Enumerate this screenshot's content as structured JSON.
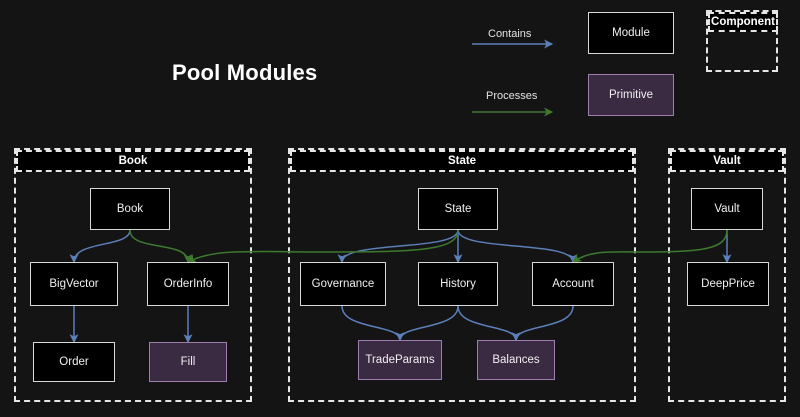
{
  "title": "Pool Modules",
  "colors": {
    "background": "#141414",
    "module_fill": "#000000",
    "module_border": "#d8d8d8",
    "primitive_fill": "#3a2a42",
    "primitive_border": "#9c7fae",
    "contains_edge": "#5b7fb8",
    "processes_edge": "#3d7a2e",
    "container_border": "#e6e6e6",
    "text": "#f0f0f0"
  },
  "legend": {
    "contains_label": "Contains",
    "processes_label": "Processes",
    "module_label": "Module",
    "primitive_label": "Primitive",
    "component_label": "Component"
  },
  "containers": [
    {
      "name": "book",
      "label": "Book"
    },
    {
      "name": "state",
      "label": "State"
    },
    {
      "name": "vault",
      "label": "Vault"
    }
  ],
  "nodes": [
    {
      "id": "book",
      "label": "Book",
      "type": "module",
      "container": "Book"
    },
    {
      "id": "bigvector",
      "label": "BigVector",
      "type": "module",
      "container": "Book"
    },
    {
      "id": "orderinfo",
      "label": "OrderInfo",
      "type": "module",
      "container": "Book"
    },
    {
      "id": "order",
      "label": "Order",
      "type": "module",
      "container": "Book"
    },
    {
      "id": "fill",
      "label": "Fill",
      "type": "primitive",
      "container": "Book"
    },
    {
      "id": "state",
      "label": "State",
      "type": "module",
      "container": "State"
    },
    {
      "id": "governance",
      "label": "Governance",
      "type": "module",
      "container": "State"
    },
    {
      "id": "history",
      "label": "History",
      "type": "module",
      "container": "State"
    },
    {
      "id": "account",
      "label": "Account",
      "type": "module",
      "container": "State"
    },
    {
      "id": "tradeparams",
      "label": "TradeParams",
      "type": "primitive",
      "container": "State"
    },
    {
      "id": "balances",
      "label": "Balances",
      "type": "primitive",
      "container": "State"
    },
    {
      "id": "vault",
      "label": "Vault",
      "type": "module",
      "container": "Vault"
    },
    {
      "id": "deepprice",
      "label": "DeepPrice",
      "type": "module",
      "container": "Vault"
    }
  ],
  "edges": [
    {
      "from": "book",
      "to": "bigvector",
      "kind": "contains"
    },
    {
      "from": "book",
      "to": "orderinfo",
      "kind": "processes"
    },
    {
      "from": "bigvector",
      "to": "order",
      "kind": "contains"
    },
    {
      "from": "orderinfo",
      "to": "fill",
      "kind": "contains"
    },
    {
      "from": "state",
      "to": "governance",
      "kind": "contains"
    },
    {
      "from": "state",
      "to": "history",
      "kind": "contains"
    },
    {
      "from": "state",
      "to": "account",
      "kind": "contains"
    },
    {
      "from": "governance",
      "to": "tradeparams",
      "kind": "contains"
    },
    {
      "from": "history",
      "to": "tradeparams",
      "kind": "contains"
    },
    {
      "from": "history",
      "to": "balances",
      "kind": "contains"
    },
    {
      "from": "account",
      "to": "balances",
      "kind": "contains"
    },
    {
      "from": "vault",
      "to": "deepprice",
      "kind": "contains"
    },
    {
      "from": "vault",
      "to": "account",
      "kind": "processes"
    },
    {
      "from": "state",
      "to": "orderinfo",
      "kind": "processes"
    }
  ]
}
